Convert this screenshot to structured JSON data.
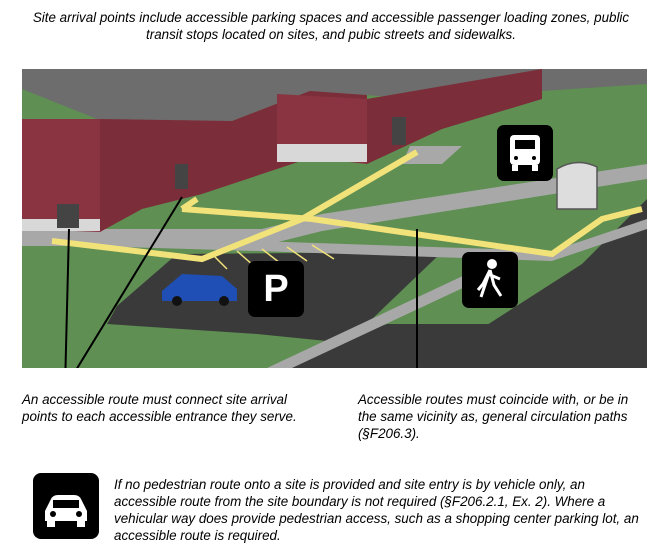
{
  "captions": {
    "top": "Site arrival points include accessible parking spaces and accessible passenger loading zones, public transit stops located on sites, and pubic streets and sidewalks.",
    "left": "An accessible route must connect site arrival points to each accessible entrance they serve.",
    "right": "Accessible routes must coincide with, or be in the same vicinity as, general circulation paths (§F206.3).",
    "bottom": "If no pedestrian route onto a site is provided and site entry is by vehicle only, an accessible route from the site boundary is not required (§F206.2.1, Ex. 2). Where a vehicular way does provide pedestrian access, such as a shopping center parking lot, an accessible route is required."
  },
  "icons": {
    "parking_letter": "P",
    "parking": "parking-sign-icon",
    "bus": "bus-icon",
    "pedestrian": "pedestrian-icon",
    "car": "car-icon"
  },
  "colors": {
    "grass": "#5f8f53",
    "road": "#3a3a3a",
    "walk": "#a8a8a8",
    "route": "#f2e27a",
    "brick": "#8a3442",
    "roof": "#6d6d6d"
  }
}
